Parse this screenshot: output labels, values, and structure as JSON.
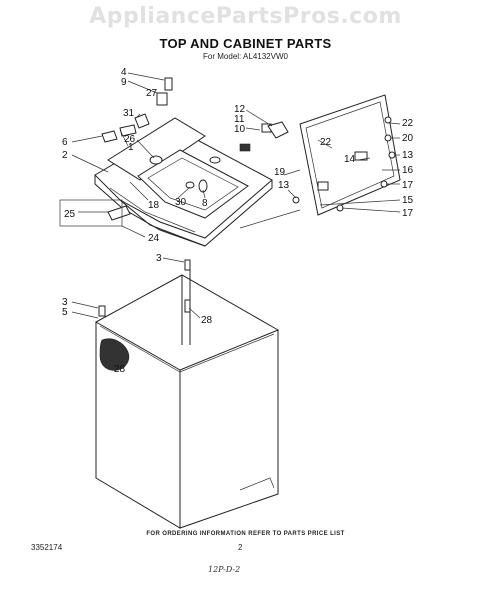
{
  "watermark": "AppliancePartsPros.com",
  "title": "TOP AND CABINET PARTS",
  "subtitle": "For Model: AL4132VW0",
  "footer_note": "FOR ORDERING INFORMATION REFER TO PARTS PRICE LIST",
  "doc_number": "3352174",
  "page_number": "2",
  "hand_note": "12P-D-2",
  "callouts": {
    "c4": "4",
    "c9": "9",
    "c27": "27",
    "c31": "31",
    "c6": "6",
    "c1": "1",
    "c2": "2",
    "c26": "26",
    "c30": "30",
    "c8": "8",
    "c18": "18",
    "c25": "25",
    "c24": "24",
    "c12": "12",
    "c11": "11",
    "c10": "10",
    "c22a": "22",
    "c20": "20",
    "c13a": "13",
    "c22b": "22",
    "c14": "14",
    "c16": "16",
    "c19": "19",
    "c13b": "13",
    "c17a": "17",
    "c15": "15",
    "c17b": "17",
    "c3a": "3",
    "c3b": "3",
    "c5": "5",
    "c28a": "28",
    "c28b": "28"
  }
}
